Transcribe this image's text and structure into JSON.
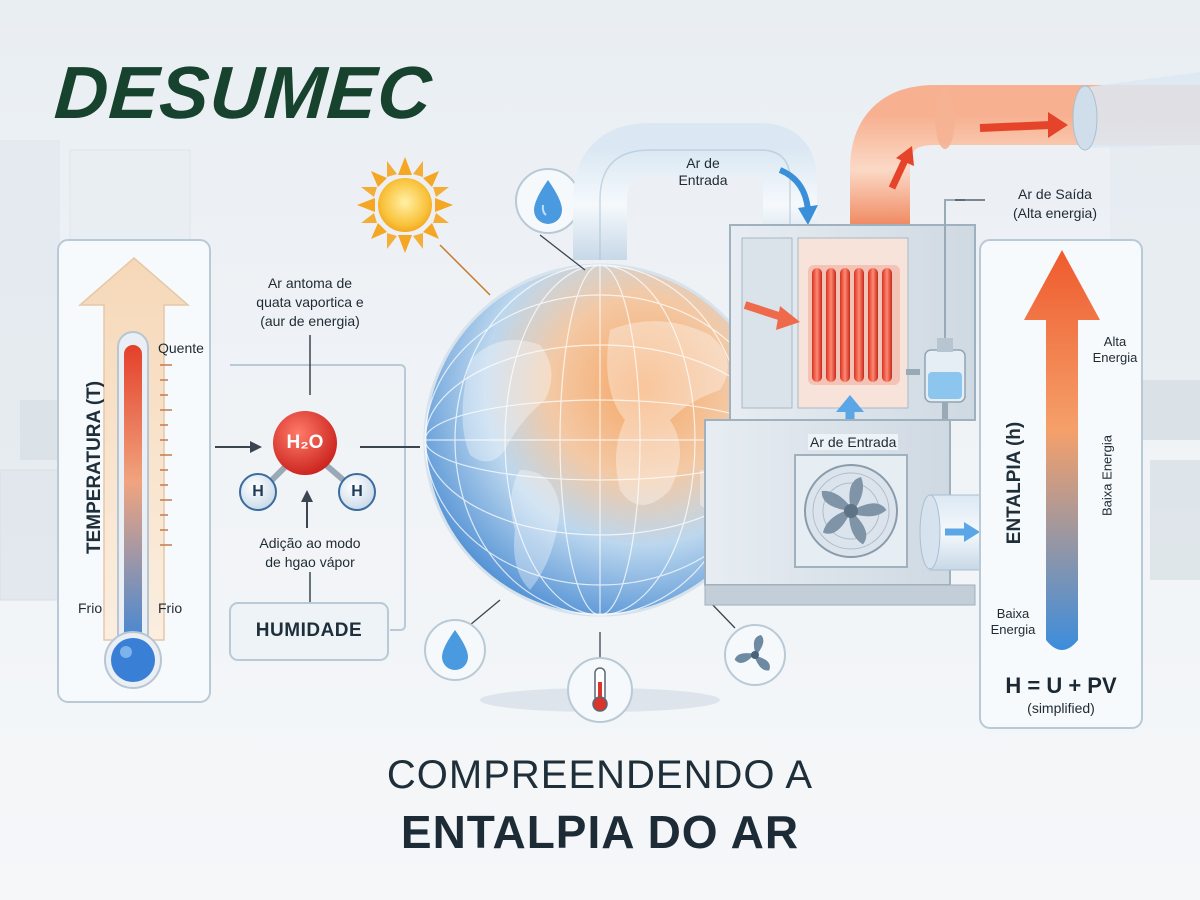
{
  "brand": {
    "logo": "DESUMEC"
  },
  "title": {
    "line1": "COMPREENDENDO A",
    "line2": "ENTALPIA DO AR"
  },
  "temperature_panel": {
    "axis_label": "TEMPERATURA (T)",
    "hot_label": "Quente",
    "cold_label_left": "Frio",
    "cold_label_right": "Frio"
  },
  "humidity": {
    "annotation_top_line1": "Ar antoma de",
    "annotation_top_line2": "quata vaportica e",
    "annotation_top_line3": "(aur de energia)",
    "molecule_center": "H₂O",
    "molecule_left": "H",
    "molecule_right": "H",
    "annotation_bottom_line1": "Adição ao modo",
    "annotation_bottom_line2": "de hgao vápor",
    "box_label": "HUMIDADE"
  },
  "machine": {
    "inlet_top_line1": "Ar de",
    "inlet_top_line2": "Entrada",
    "outlet_line1": "Ar de Saída",
    "outlet_line2": "(Alta energia)",
    "inlet_mid": "Ar de Entrada"
  },
  "enthalpy_panel": {
    "axis_label": "ENTALPIA (h)",
    "high_line1": "Alta",
    "high_line2": "Energia",
    "mid_vertical": "Baixa Energia",
    "low_line1": "Baixa",
    "low_line2": "Energia",
    "formula": "H = U + PV",
    "formula_note": "(simplified)"
  },
  "icons": [
    "sun-icon",
    "water-drop-icon",
    "thermometer-icon",
    "fan-icon"
  ],
  "colors": {
    "brand_green": "#17432e",
    "hot": "#e8492f",
    "cold": "#3a8fd9",
    "panel_border": "#b9cad6"
  }
}
